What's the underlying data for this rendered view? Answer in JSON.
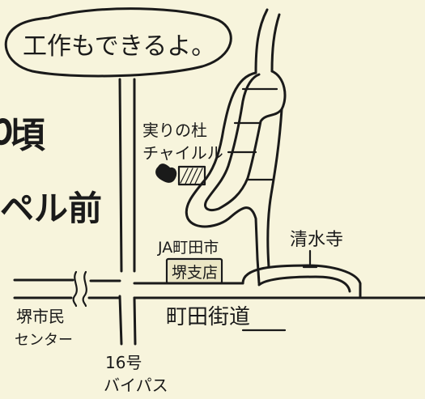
{
  "bubble_text": "工作もできるよ。",
  "cropped_text_1": "頃",
  "cropped_text_2": "ペル前",
  "landmarks": {
    "forest_label_line1": "実りの杜",
    "forest_label_line2": "チャイルル",
    "ja_label_line1": "JA町田市",
    "ja_label_line2": "堺支店",
    "temple_label": "清水寺",
    "sakai_center_line1": "堺市民",
    "sakai_center_line2": "センター"
  },
  "roads": {
    "machida_kaido": "町田街道",
    "route16_line1": "16号",
    "route16_line2": "バイパス"
  },
  "colors": {
    "paper": "#f7f4dc",
    "ink": "#1a1a1a"
  }
}
